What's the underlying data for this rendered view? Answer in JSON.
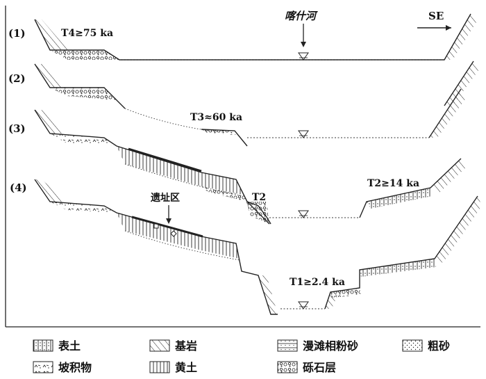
{
  "panels": [
    "(1)",
    "(2)",
    "(3)",
    "(4)"
  ],
  "direction": "SE",
  "river_name": "喀什河",
  "terraces": {
    "t4": "T4≥75 ka",
    "t3": "T3≈60 ka",
    "t2_left": "T2",
    "t2_right": "T2≥14 ka",
    "t1": "T1≥2.4 ka"
  },
  "site_label": "遗址区",
  "legend": {
    "items": [
      {
        "label": "表土",
        "pattern": "topsoil"
      },
      {
        "label": "基岩",
        "pattern": "bedrock"
      },
      {
        "label": "漫滩相粉砂",
        "pattern": "floodplain-silt"
      },
      {
        "label": "粗砂",
        "pattern": "coarse-sand"
      },
      {
        "label": "坡积物",
        "pattern": "colluvium"
      },
      {
        "label": "黄土",
        "pattern": "loess"
      },
      {
        "label": "砾石层",
        "pattern": "gravel"
      }
    ]
  },
  "colors": {
    "line": "#222222",
    "background": "#ffffff"
  }
}
